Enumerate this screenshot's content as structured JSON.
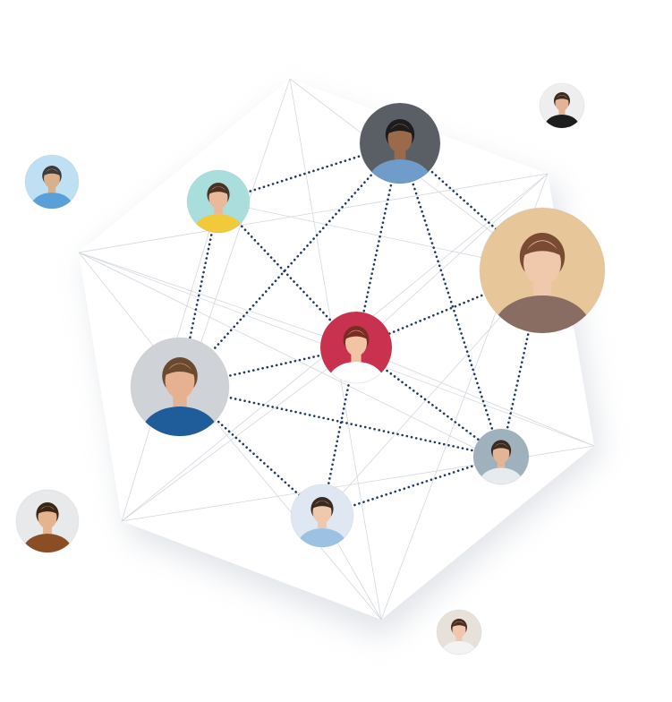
{
  "colors": {
    "background": "#ffffff",
    "hexagon_fill": "#ffffff",
    "hexagon_shadow": "#c9cfd8",
    "mesh_line": "#d3d8df",
    "connection_dots": "#1f3a5a"
  },
  "nodes": [
    {
      "id": "man-denim-shirt",
      "kind": "connected",
      "skin": "#9a6a4a",
      "hair": "#1c1c1c",
      "cloth": "#6f9cc8",
      "bg": "#5a5f66"
    },
    {
      "id": "man-yellow-shirt",
      "kind": "connected",
      "skin": "#e9b99a",
      "hair": "#4a3324",
      "cloth": "#f2c93b",
      "bg": "#a9dedd"
    },
    {
      "id": "woman-hair-bun",
      "kind": "connected",
      "skin": "#f0c9ad",
      "hair": "#7a4a33",
      "cloth": "#8a6d62",
      "bg": "#e7c79a"
    },
    {
      "id": "woman-headphones",
      "kind": "connected",
      "skin": "#f1c5a3",
      "hair": "#7a2b22",
      "cloth": "#ffffff",
      "bg": "#c8324e"
    },
    {
      "id": "man-blue-scarf",
      "kind": "connected",
      "skin": "#e6b190",
      "hair": "#6a4a2e",
      "cloth": "#1f5c9a",
      "bg": "#cfd2d6"
    },
    {
      "id": "man-at-desk",
      "kind": "connected",
      "skin": "#e4b497",
      "hair": "#3a2c22",
      "cloth": "#e8ebee",
      "bg": "#9fb1bd"
    },
    {
      "id": "woman-denim",
      "kind": "connected",
      "skin": "#f0c8ad",
      "hair": "#3a2a20",
      "cloth": "#9dc1e2",
      "bg": "#dfe8f2"
    },
    {
      "id": "backpacker",
      "kind": "floating",
      "skin": "#d9b08c",
      "hair": "#3b3b3b",
      "cloth": "#5aa0d8",
      "bg": "#bfe0f2"
    },
    {
      "id": "man-drinking",
      "kind": "floating",
      "skin": "#e3b393",
      "hair": "#3a2a20",
      "cloth": "#1d1d1d",
      "bg": "#eeeeee"
    },
    {
      "id": "man-plaid-laptop",
      "kind": "floating",
      "skin": "#e5b48f",
      "hair": "#3a2616",
      "cloth": "#8a4d24",
      "bg": "#e7e9ea"
    },
    {
      "id": "woman-laptop",
      "kind": "floating",
      "skin": "#f0c6ad",
      "hair": "#4a2c22",
      "cloth": "#f3f3f3",
      "bg": "#e8e1da"
    }
  ],
  "connections": [
    [
      "man-denim-shirt",
      "man-yellow-shirt"
    ],
    [
      "man-denim-shirt",
      "woman-hair-bun"
    ],
    [
      "man-denim-shirt",
      "woman-headphones"
    ],
    [
      "man-denim-shirt",
      "man-blue-scarf"
    ],
    [
      "man-denim-shirt",
      "man-at-desk"
    ],
    [
      "man-yellow-shirt",
      "woman-headphones"
    ],
    [
      "man-yellow-shirt",
      "man-blue-scarf"
    ],
    [
      "woman-hair-bun",
      "woman-headphones"
    ],
    [
      "woman-hair-bun",
      "man-at-desk"
    ],
    [
      "woman-headphones",
      "man-blue-scarf"
    ],
    [
      "woman-headphones",
      "man-at-desk"
    ],
    [
      "woman-headphones",
      "woman-denim"
    ],
    [
      "man-blue-scarf",
      "man-at-desk"
    ],
    [
      "man-blue-scarf",
      "woman-denim"
    ],
    [
      "woman-denim",
      "man-at-desk"
    ]
  ]
}
